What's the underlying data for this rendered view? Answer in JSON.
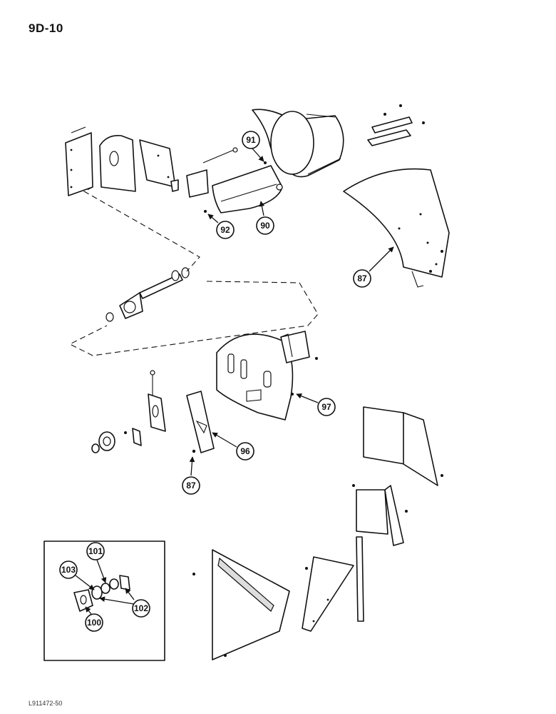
{
  "page_code": "9D-10",
  "figure_code": "L911472-50",
  "callouts": {
    "c87a": "87",
    "c87b": "87",
    "c90": "90",
    "c91": "91",
    "c92": "92",
    "c96": "96",
    "c97": "97",
    "c100": "100",
    "c101": "101",
    "c102": "102",
    "c103": "103"
  }
}
